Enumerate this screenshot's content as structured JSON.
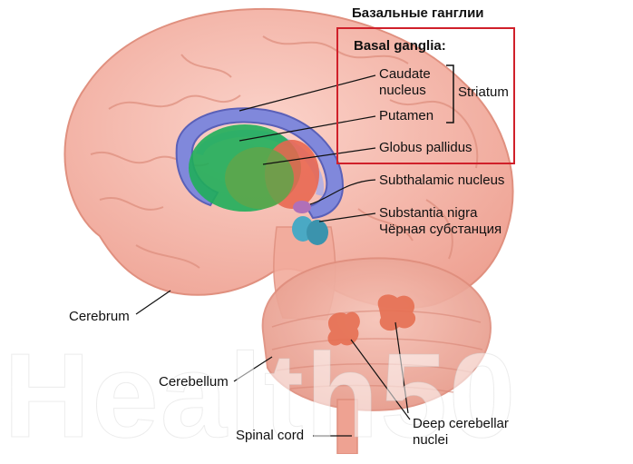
{
  "title_ru": "Базальные ганглии",
  "basal_ganglia_heading": "Basal ganglia:",
  "labels": {
    "caudate_line1": "Caudate",
    "caudate_line2": "nucleus",
    "putamen": "Putamen",
    "striatum": "Striatum",
    "globus_pallidus": "Globus pallidus",
    "subthalamic": "Subthalamic nucleus",
    "substantia_nigra": "Substantia nigra",
    "substantia_nigra_ru": "Чёрная субстанция",
    "cerebrum": "Cerebrum",
    "cerebellum": "Cerebellum",
    "spinal_cord": "Spinal cord",
    "deep_cerebellar_line1": "Deep cerebellar",
    "deep_cerebellar_line2": "nuclei"
  },
  "watermark": "Health50",
  "colors": {
    "brain": "#f4b3a6",
    "brain_dark": "#e48f80",
    "caudate": "#7c83d8",
    "putamen": "#1fae5a",
    "globus_pallidus": "#e8654f",
    "substantia_nigra": "#4aa9c4",
    "highlight_box": "#d0202a"
  }
}
